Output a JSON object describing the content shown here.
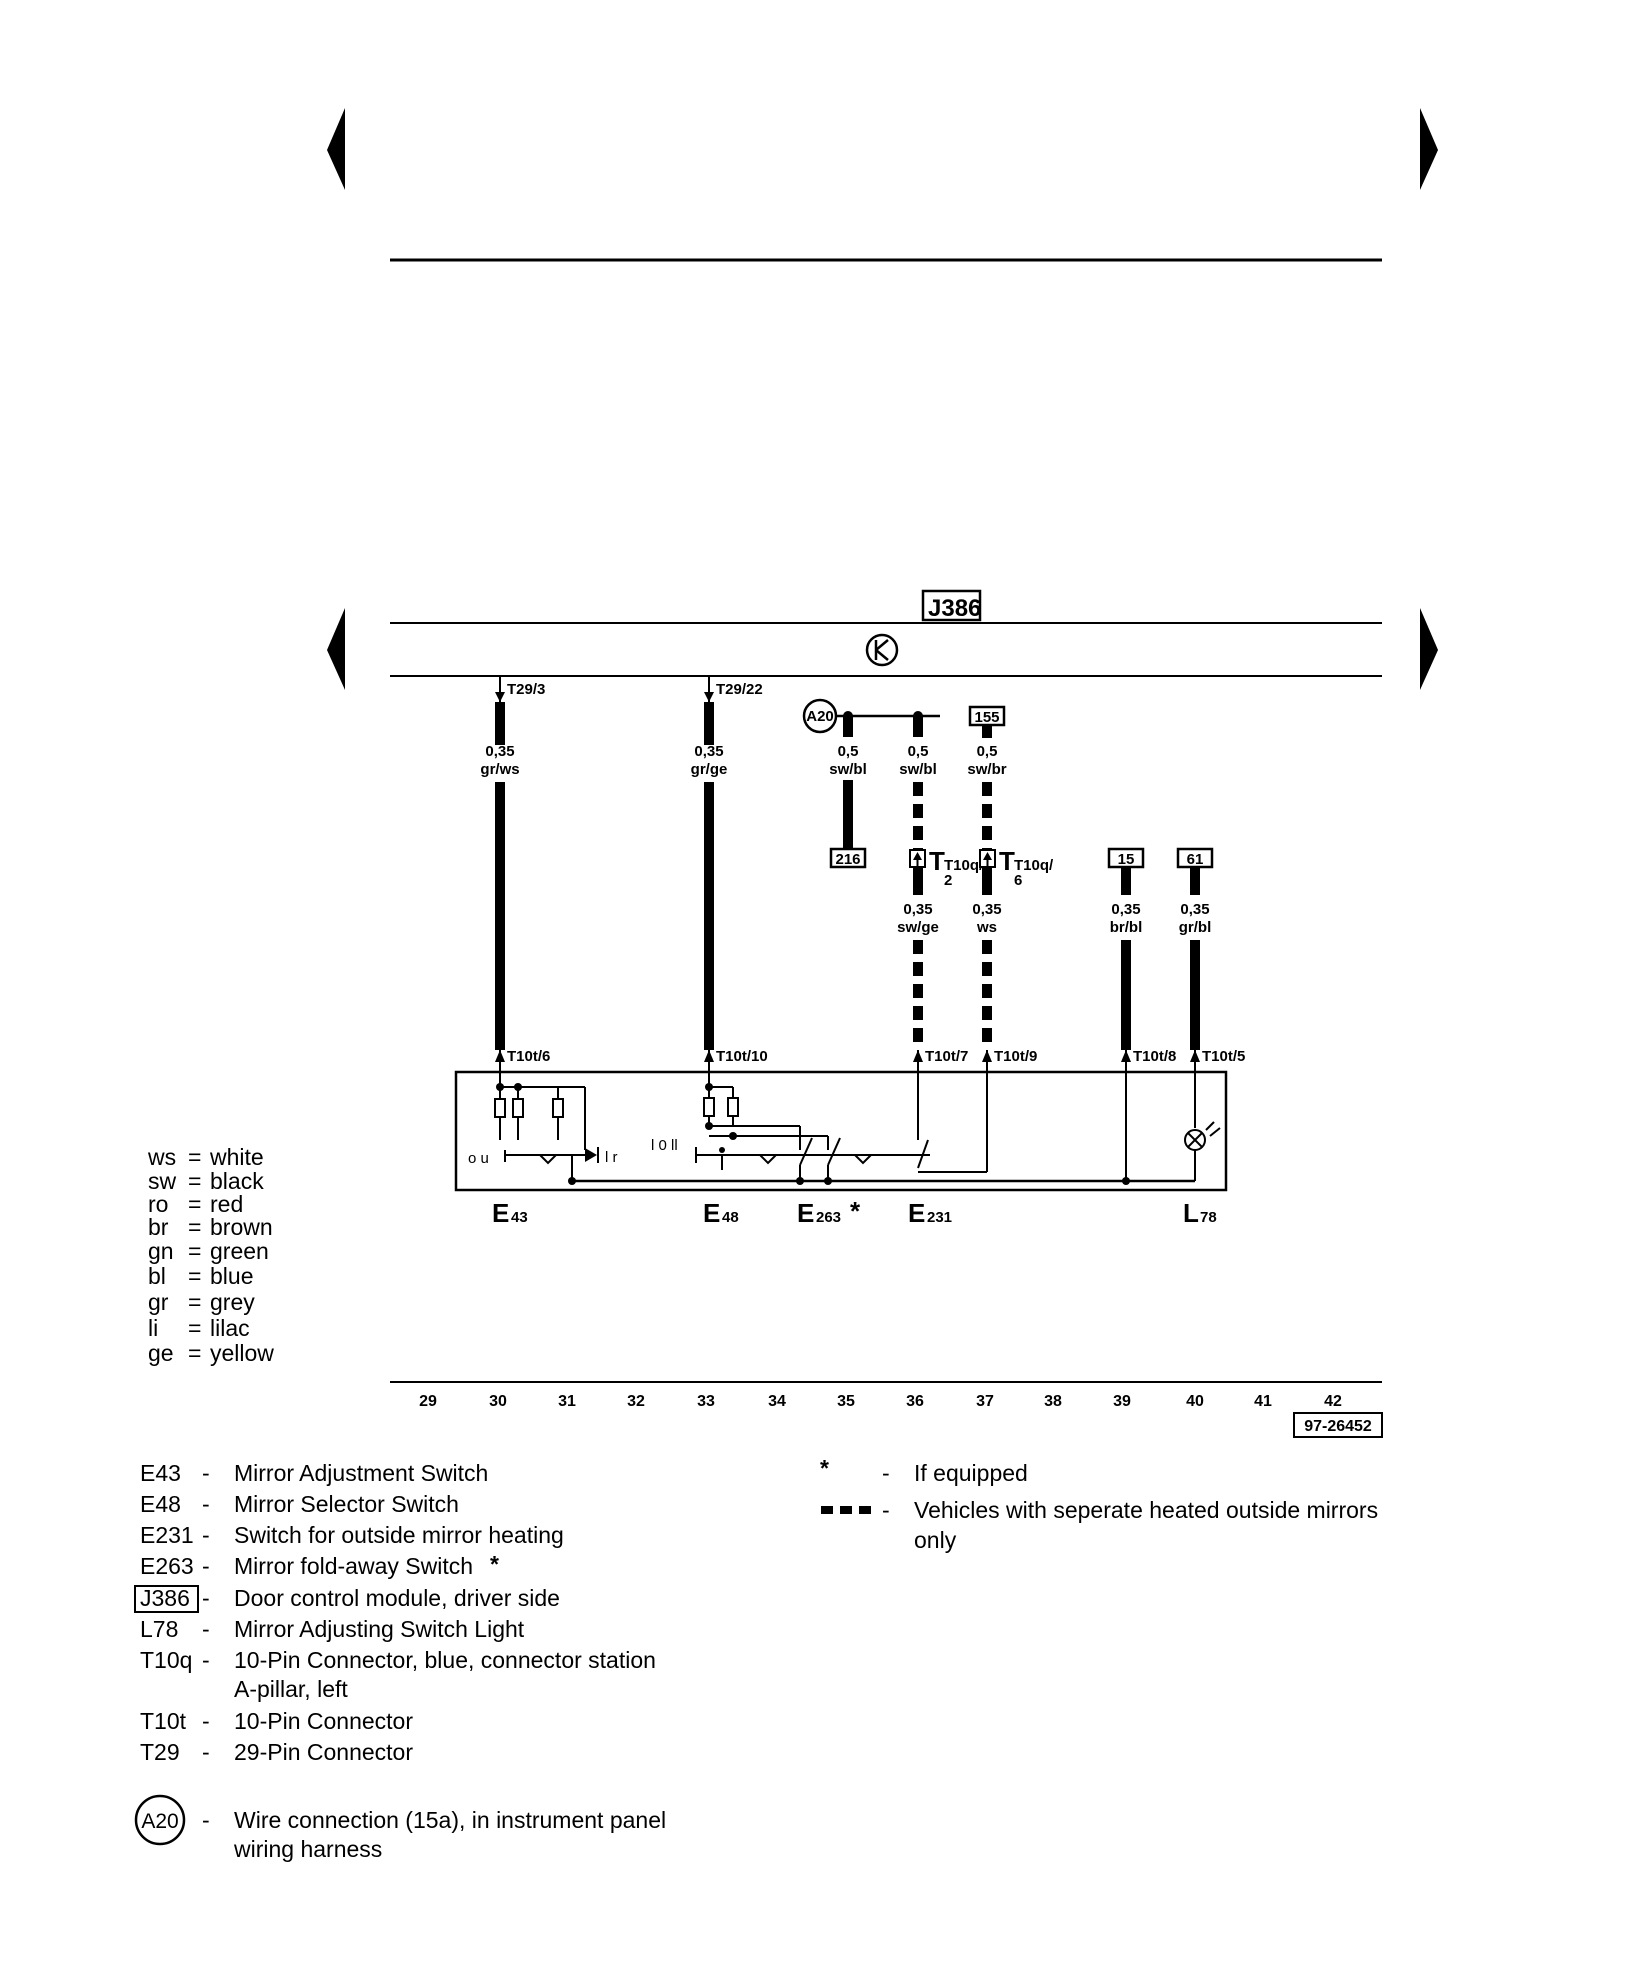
{
  "nav": {
    "prev": "previous-page",
    "next": "next-page"
  },
  "top_box": "J386",
  "diagram_ref": "97-26452",
  "connectors": {
    "t29_3": "T29/3",
    "t29_22": "T29/22",
    "t10t_6": "T10t/6",
    "t10t_10": "T10t/10",
    "t10t_7": "T10t/7",
    "t10t_9": "T10t/9",
    "t10t_8": "T10t/8",
    "t10t_5": "T10t/5",
    "t10q2_main": "T10q/",
    "t10q2_pin": "2",
    "t10q6_main": "T10q/",
    "t10q6_pin": "6"
  },
  "terminals": {
    "a20": "A20",
    "t155": "155",
    "t216": "216",
    "t15": "15",
    "t61": "61"
  },
  "wires": {
    "w30": {
      "size": "0,35",
      "color": "gr/ws"
    },
    "w33": {
      "size": "0,35",
      "color": "gr/ge"
    },
    "w35": {
      "size": "0,5",
      "color": "sw/bl"
    },
    "w36top": {
      "size": "0,5",
      "color": "sw/bl"
    },
    "w37top": {
      "size": "0,5",
      "color": "sw/br"
    },
    "w36low": {
      "size": "0,35",
      "color": "sw/ge"
    },
    "w37low": {
      "size": "0,35",
      "color": "ws"
    },
    "w39": {
      "size": "0,35",
      "color": "br/bl"
    },
    "w40": {
      "size": "0,35",
      "color": "gr/bl"
    }
  },
  "switch_labels": {
    "e43_pos": "o  u",
    "e43_lr": "l  r",
    "e48_pos": "l  0  ll"
  },
  "components": {
    "e43": {
      "main": "E",
      "sub": "43"
    },
    "e48": {
      "main": "E",
      "sub": "48"
    },
    "e263": {
      "main": "E",
      "sub": "263",
      "mark": "*"
    },
    "e231": {
      "main": "E",
      "sub": "231"
    },
    "l78": {
      "main": "L",
      "sub": "78"
    }
  },
  "color_codes": [
    {
      "code": "ws",
      "name": "white"
    },
    {
      "code": "sw",
      "name": "black"
    },
    {
      "code": "ro",
      "name": "red"
    },
    {
      "code": "br",
      "name": "brown"
    },
    {
      "code": "gn",
      "name": "green"
    },
    {
      "code": "bl",
      "name": "blue"
    },
    {
      "code": "gr",
      "name": "grey"
    },
    {
      "code": "li",
      "name": "lilac"
    },
    {
      "code": "ge",
      "name": "yellow"
    }
  ],
  "tracks": [
    "29",
    "30",
    "31",
    "32",
    "33",
    "34",
    "35",
    "36",
    "37",
    "38",
    "39",
    "40",
    "41",
    "42"
  ],
  "legend": [
    {
      "code": "E43",
      "dash": "-",
      "desc": "Mirror Adjustment Switch"
    },
    {
      "code": "E48",
      "dash": "-",
      "desc": "Mirror Selector Switch"
    },
    {
      "code": "E231",
      "dash": "-",
      "desc": "Switch for outside mirror heating"
    },
    {
      "code": "E263",
      "dash": "-",
      "desc": "Mirror fold-away Switch",
      "mark": "*"
    },
    {
      "code": "J386",
      "dash": "-",
      "desc": "Door control module, driver side"
    },
    {
      "code": "L78",
      "dash": "-",
      "desc": "Mirror Adjusting Switch Light"
    },
    {
      "code": "T10q",
      "dash": "-",
      "desc": "10-Pin Connector, blue, connector station",
      "desc2": "A-pillar, left"
    },
    {
      "code": "T10t",
      "dash": "-",
      "desc": "10-Pin Connector"
    },
    {
      "code": "T29",
      "dash": "-",
      "desc": "29-Pin Connector"
    }
  ],
  "legend_a20": {
    "code": "A20",
    "dash": "-",
    "desc": "Wire connection (15a), in instrument panel",
    "desc2": "wiring harness"
  },
  "notes": {
    "star": {
      "symbol": "*",
      "dash": "-",
      "text": "If equipped"
    },
    "dashed": {
      "dash": "-",
      "text": "Vehicles with seperate heated outside mirrors",
      "text2": "only"
    }
  }
}
